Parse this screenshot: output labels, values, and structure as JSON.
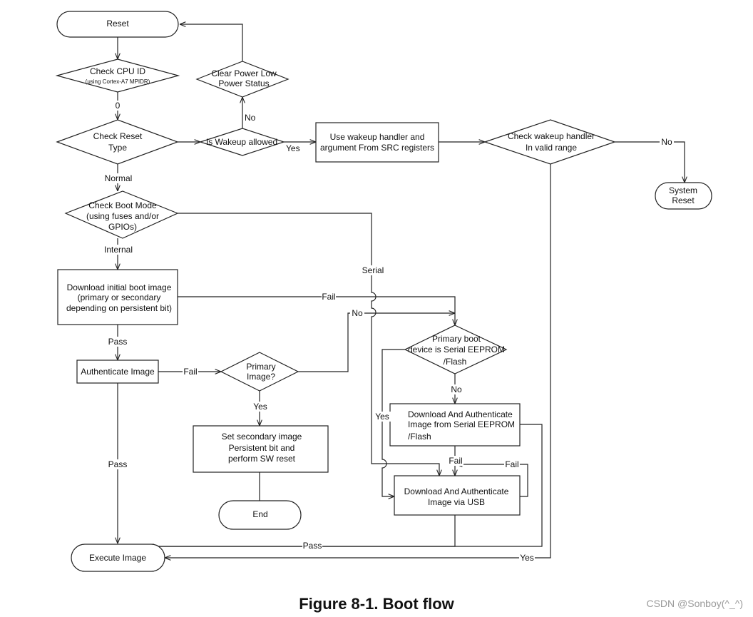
{
  "nodes": {
    "reset": "Reset",
    "check_cpu_id": "Check CPU ID",
    "check_cpu_id_sub": "(using Cortex-A7 MPIDR)",
    "clear_power_low_1": "Clear Power Low",
    "clear_power_low_2": "Power Status",
    "check_reset_type_1": "Check Reset",
    "check_reset_type_2": "Type",
    "is_wakeup_allowed": "Is Wakeup allowed",
    "use_wakeup_handler_1": "Use wakeup handler and",
    "use_wakeup_handler_2": "argument From SRC registers",
    "check_wakeup_handler_1": "Check wakeup handler",
    "check_wakeup_handler_2": "In valid range",
    "system_reset_1": "System",
    "system_reset_2": "Reset",
    "check_boot_mode_1": "Check Boot Mode",
    "check_boot_mode_2": "(using fuses and/or",
    "check_boot_mode_3": "GPIOs)",
    "download_initial_1": "Download initial boot image",
    "download_initial_2": "(primary or secondary",
    "download_initial_3": "depending on persistent bit)",
    "authenticate_image": "Authenticate Image",
    "primary_image_1": "Primary",
    "primary_image_2": "Image?",
    "set_secondary_1": "Set secondary image",
    "set_secondary_2": "Persistent bit and",
    "set_secondary_3": "perform SW reset",
    "end": "End",
    "primary_boot_device_1": "Primary boot",
    "primary_boot_device_2": "device is Serial EEPROM",
    "primary_boot_device_3": "/Flash",
    "download_serial_1": "Download And Authenticate",
    "download_serial_2": "Image from Serial EEPROM",
    "download_serial_3": "/Flash",
    "download_usb_1": "Download And Authenticate",
    "download_usb_2": "Image via USB",
    "execute_image": "Execute Image"
  },
  "edge_labels": {
    "cpu_zero": "0",
    "wakeup_no": "No",
    "wakeup_yes": "Yes",
    "handler_no": "No",
    "normal": "Normal",
    "internal": "Internal",
    "serial": "Serial",
    "download_fail": "Fail",
    "primary_no": "No",
    "pass_top": "Pass",
    "auth_fail": "Fail",
    "primary_yes": "Yes",
    "pass_left": "Pass",
    "device_no": "No",
    "device_yes": "Yes",
    "serial_fail": "Fail",
    "usb_fail": "Fail",
    "pass_bottom": "Pass",
    "handler_yes": "Yes"
  },
  "caption": "Figure 8-1. Boot flow",
  "watermark": "CSDN @Sonboy(^_^)"
}
